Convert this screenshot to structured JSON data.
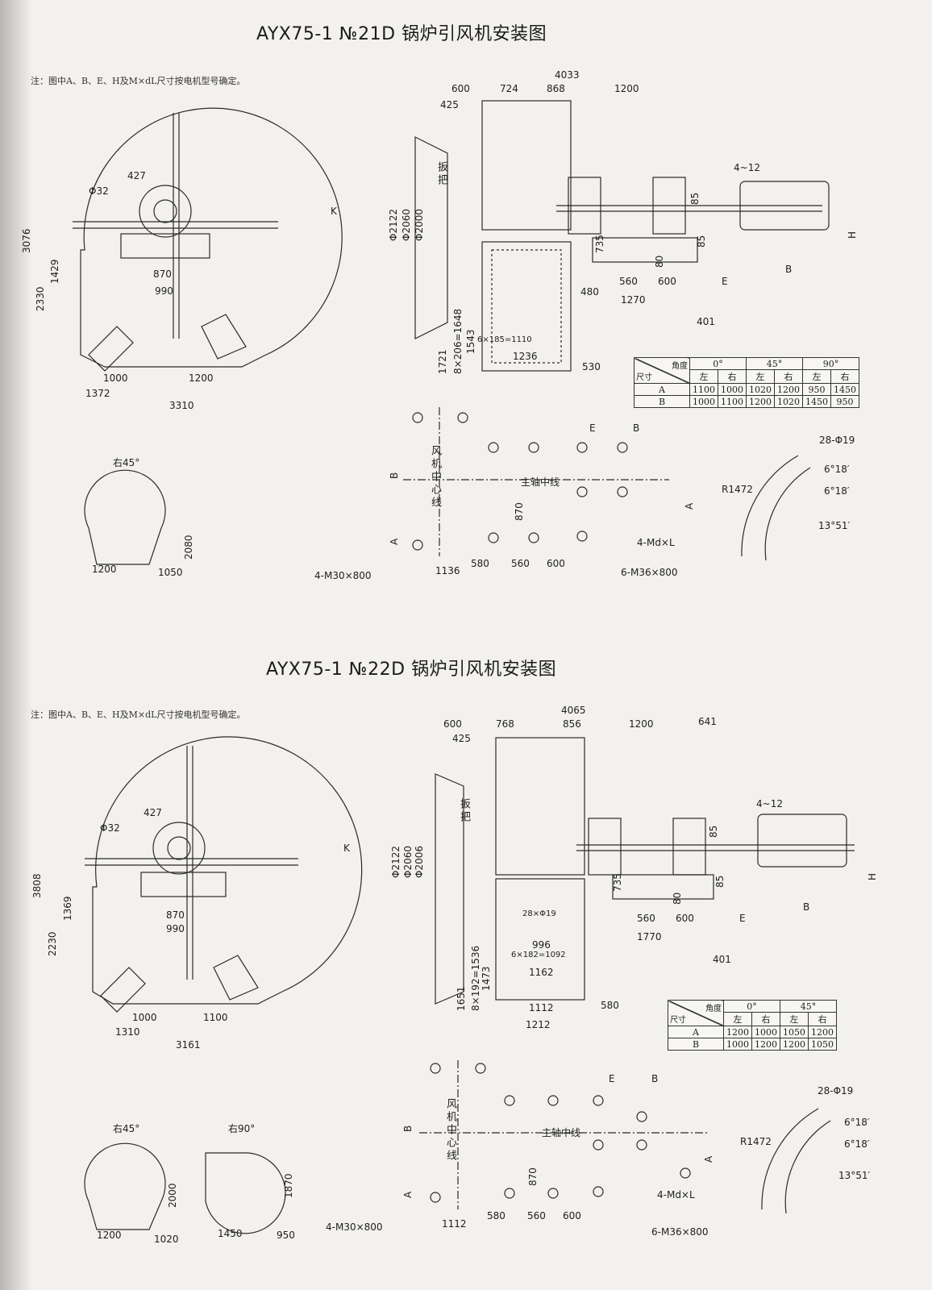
{
  "drawing1": {
    "title": "AYX75-1 №21D 锅炉引风机安装图",
    "note": "注：图中A、B、E、H及M×dL尺寸按电机型号确定。",
    "dims": [
      "4033",
      "600",
      "724",
      "868",
      "1200",
      "425",
      "扳把",
      "427",
      "Φ32",
      "K",
      "Φ2122",
      "Φ2060",
      "Φ2000",
      "4~12",
      "85",
      "735",
      "85",
      "H",
      "80",
      "560",
      "600",
      "E",
      "B",
      "480",
      "1270",
      "401",
      "530",
      "1721",
      "8×206=1648",
      "1543",
      "6×185=1110",
      "1236",
      "3076",
      "1429",
      "2330",
      "870",
      "990",
      "1000",
      "1200",
      "1372",
      "3310",
      "右45°",
      "2080",
      "1200",
      "1050",
      "B",
      "A",
      "风机中心线",
      "870",
      "主轴中线",
      "E",
      "B",
      "A",
      "4-Md×L",
      "4-M30×800",
      "1136",
      "580",
      "560",
      "600",
      "6-M36×800",
      "28-Φ19",
      "R1472",
      "6°18′",
      "6°18′",
      "13°51′"
    ],
    "table": {
      "corner_top": "角度",
      "corner_bottom": "尺寸",
      "angles": [
        "0°",
        "45°",
        "90°"
      ],
      "sides": [
        "左",
        "右",
        "左",
        "右",
        "左",
        "右"
      ],
      "rows": [
        {
          "label": "A",
          "values": [
            "1100",
            "1000",
            "1020",
            "1200",
            "950",
            "1450"
          ]
        },
        {
          "label": "B",
          "values": [
            "1000",
            "1100",
            "1200",
            "1020",
            "1450",
            "950"
          ]
        }
      ]
    }
  },
  "drawing2": {
    "title": "AYX75-1 №22D 锅炉引风机安装图",
    "note": "注：图中A、B、E、H及M×dL尺寸按电机型号确定。",
    "dims": [
      "4065",
      "600",
      "768",
      "856",
      "1200",
      "641",
      "425",
      "扳把",
      "427",
      "Φ32",
      "K",
      "Φ2122",
      "Φ2060",
      "Φ2006",
      "4~12",
      "85",
      "735",
      "85",
      "H",
      "80",
      "560",
      "600",
      "E",
      "B",
      "1770",
      "401",
      "28×Φ19",
      "996",
      "6×182=1092",
      "1473",
      "1651",
      "8×192=1536",
      "1162",
      "580",
      "1112",
      "1212",
      "3808",
      "1369",
      "2230",
      "870",
      "990",
      "1000",
      "1100",
      "1310",
      "3161",
      "右45°",
      "右90°",
      "2000",
      "1870",
      "1200",
      "1020",
      "1450",
      "950",
      "B",
      "A",
      "风机中心线",
      "870",
      "主轴中线",
      "E",
      "B",
      "A",
      "4-Md×L",
      "4-M30×800",
      "1112",
      "580",
      "560",
      "600",
      "6-M36×800",
      "28-Φ19",
      "R1472",
      "6°18′",
      "6°18′",
      "13°51′"
    ],
    "table": {
      "corner_top": "角度",
      "corner_bottom": "尺寸",
      "angles": [
        "0°",
        "45°"
      ],
      "sides": [
        "左",
        "右",
        "左",
        "右"
      ],
      "rows": [
        {
          "label": "A",
          "values": [
            "1200",
            "1000",
            "1050",
            "1200"
          ]
        },
        {
          "label": "B",
          "values": [
            "1000",
            "1200",
            "1200",
            "1050"
          ]
        }
      ]
    }
  }
}
